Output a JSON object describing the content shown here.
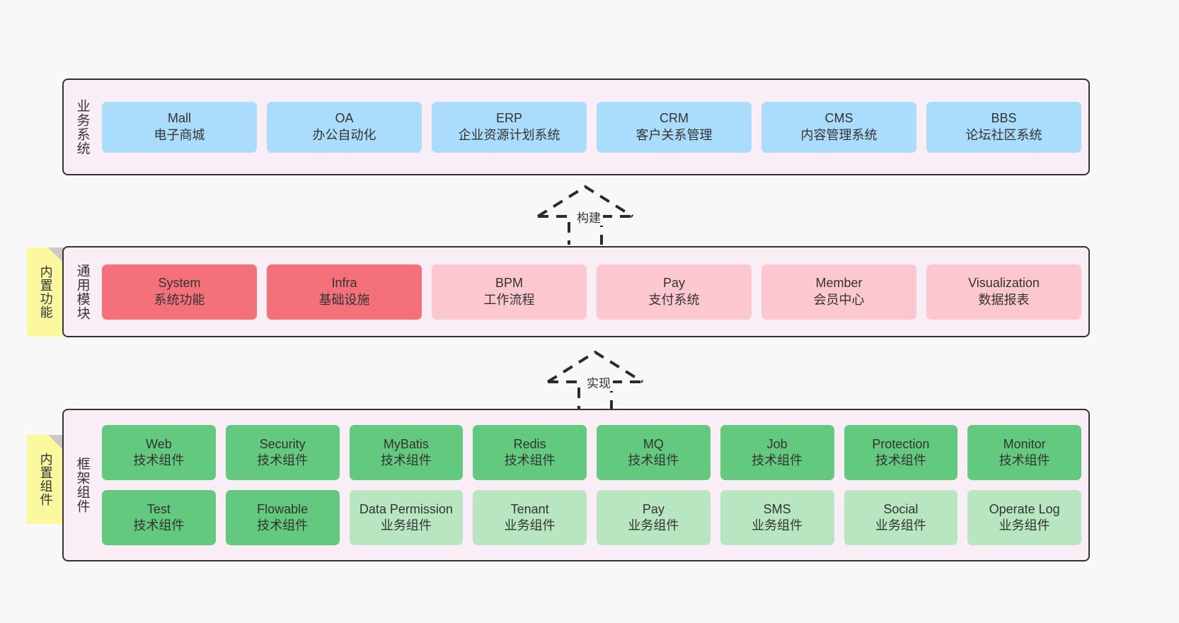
{
  "diagram": {
    "arrows": [
      {
        "label": "构建",
        "name": "build-arrow"
      },
      {
        "label": "实现",
        "name": "implement-arrow"
      }
    ],
    "notes": [
      {
        "label": "内置功能"
      },
      {
        "label": "内置组件"
      }
    ],
    "colors": {
      "layer_background": "#faeef6",
      "layer_border": "#333333",
      "business_card": "#aadcfb",
      "module_core_card": "#f4707b",
      "module_card": "#fcc7cf",
      "tech_component_card": "#63c97e",
      "business_component_card": "#b8e6c1",
      "note_background": "#fbf8a0",
      "page_background": "#f8f8f8"
    },
    "layers": [
      {
        "name": "business-system",
        "title": "业务系统",
        "rows": [
          {
            "cards": [
              {
                "title": "Mall",
                "sub": "电子商城",
                "style": "c-blue"
              },
              {
                "title": "OA",
                "sub": "办公自动化",
                "style": "c-blue"
              },
              {
                "title": "ERP",
                "sub": "企业资源计划系统",
                "style": "c-blue"
              },
              {
                "title": "CRM",
                "sub": "客户关系管理",
                "style": "c-blue"
              },
              {
                "title": "CMS",
                "sub": "内容管理系统",
                "style": "c-blue"
              },
              {
                "title": "BBS",
                "sub": "论坛社区系统",
                "style": "c-blue"
              }
            ]
          }
        ]
      },
      {
        "name": "common-modules",
        "title": "通用模块",
        "rows": [
          {
            "cards": [
              {
                "title": "System",
                "sub": "系统功能",
                "style": "c-red"
              },
              {
                "title": "Infra",
                "sub": "基础设施",
                "style": "c-red"
              },
              {
                "title": "BPM",
                "sub": "工作流程",
                "style": "c-pink"
              },
              {
                "title": "Pay",
                "sub": "支付系统",
                "style": "c-pink"
              },
              {
                "title": "Member",
                "sub": "会员中心",
                "style": "c-pink"
              },
              {
                "title": "Visualization",
                "sub": "数据报表",
                "style": "c-pink"
              }
            ]
          }
        ]
      },
      {
        "name": "framework-components",
        "title": "框架组件",
        "rows": [
          {
            "cards": [
              {
                "title": "Web",
                "sub": "技术组件",
                "style": "c-green"
              },
              {
                "title": "Security",
                "sub": "技术组件",
                "style": "c-green"
              },
              {
                "title": "MyBatis",
                "sub": "技术组件",
                "style": "c-green"
              },
              {
                "title": "Redis",
                "sub": "技术组件",
                "style": "c-green"
              },
              {
                "title": "MQ",
                "sub": "技术组件",
                "style": "c-green"
              },
              {
                "title": "Job",
                "sub": "技术组件",
                "style": "c-green"
              },
              {
                "title": "Protection",
                "sub": "技术组件",
                "style": "c-green"
              },
              {
                "title": "Monitor",
                "sub": "技术组件",
                "style": "c-green"
              }
            ]
          },
          {
            "cards": [
              {
                "title": "Test",
                "sub": "技术组件",
                "style": "c-green"
              },
              {
                "title": "Flowable",
                "sub": "技术组件",
                "style": "c-green"
              },
              {
                "title": "Data Permission",
                "sub": "业务组件",
                "style": "c-lightgreen"
              },
              {
                "title": "Tenant",
                "sub": "业务组件",
                "style": "c-lightgreen"
              },
              {
                "title": "Pay",
                "sub": "业务组件",
                "style": "c-lightgreen"
              },
              {
                "title": "SMS",
                "sub": "业务组件",
                "style": "c-lightgreen"
              },
              {
                "title": "Social",
                "sub": "业务组件",
                "style": "c-lightgreen"
              },
              {
                "title": "Operate Log",
                "sub": "业务组件",
                "style": "c-lightgreen"
              }
            ]
          }
        ]
      }
    ]
  }
}
